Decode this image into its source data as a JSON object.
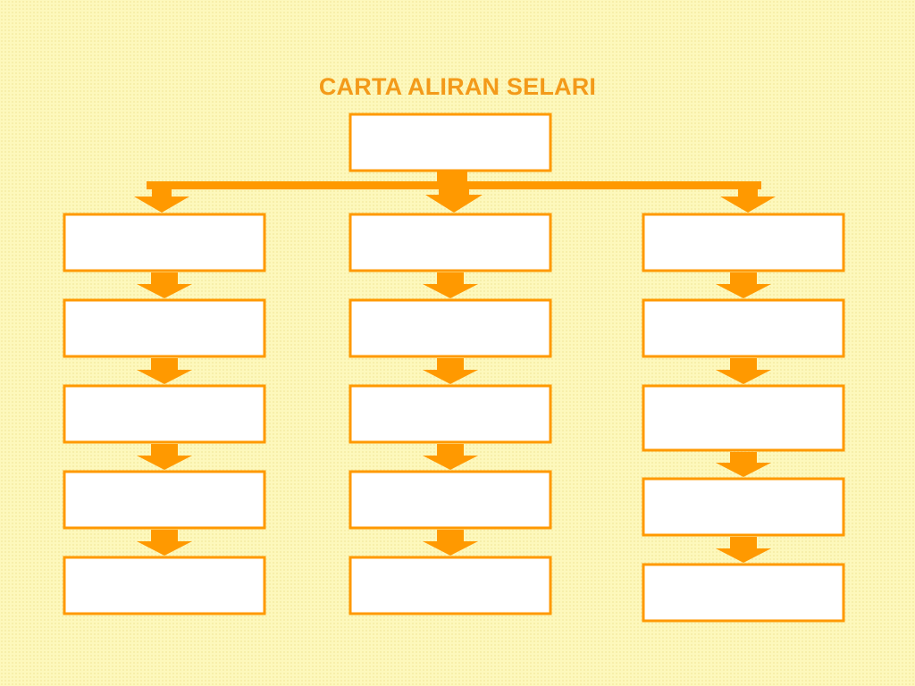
{
  "title": "CARTA ALIRAN SELARI",
  "colors": {
    "background": "#fdf8bc",
    "accent": "#ff9900",
    "box_fill": "#ffffff",
    "title": "#f39a1a"
  },
  "diagram": {
    "root": {
      "label": ""
    },
    "branches": [
      {
        "name": "left",
        "boxes": [
          "",
          "",
          "",
          "",
          ""
        ]
      },
      {
        "name": "center",
        "boxes": [
          "",
          "",
          "",
          "",
          ""
        ]
      },
      {
        "name": "right",
        "boxes": [
          "",
          "",
          "",
          "",
          ""
        ]
      }
    ]
  }
}
